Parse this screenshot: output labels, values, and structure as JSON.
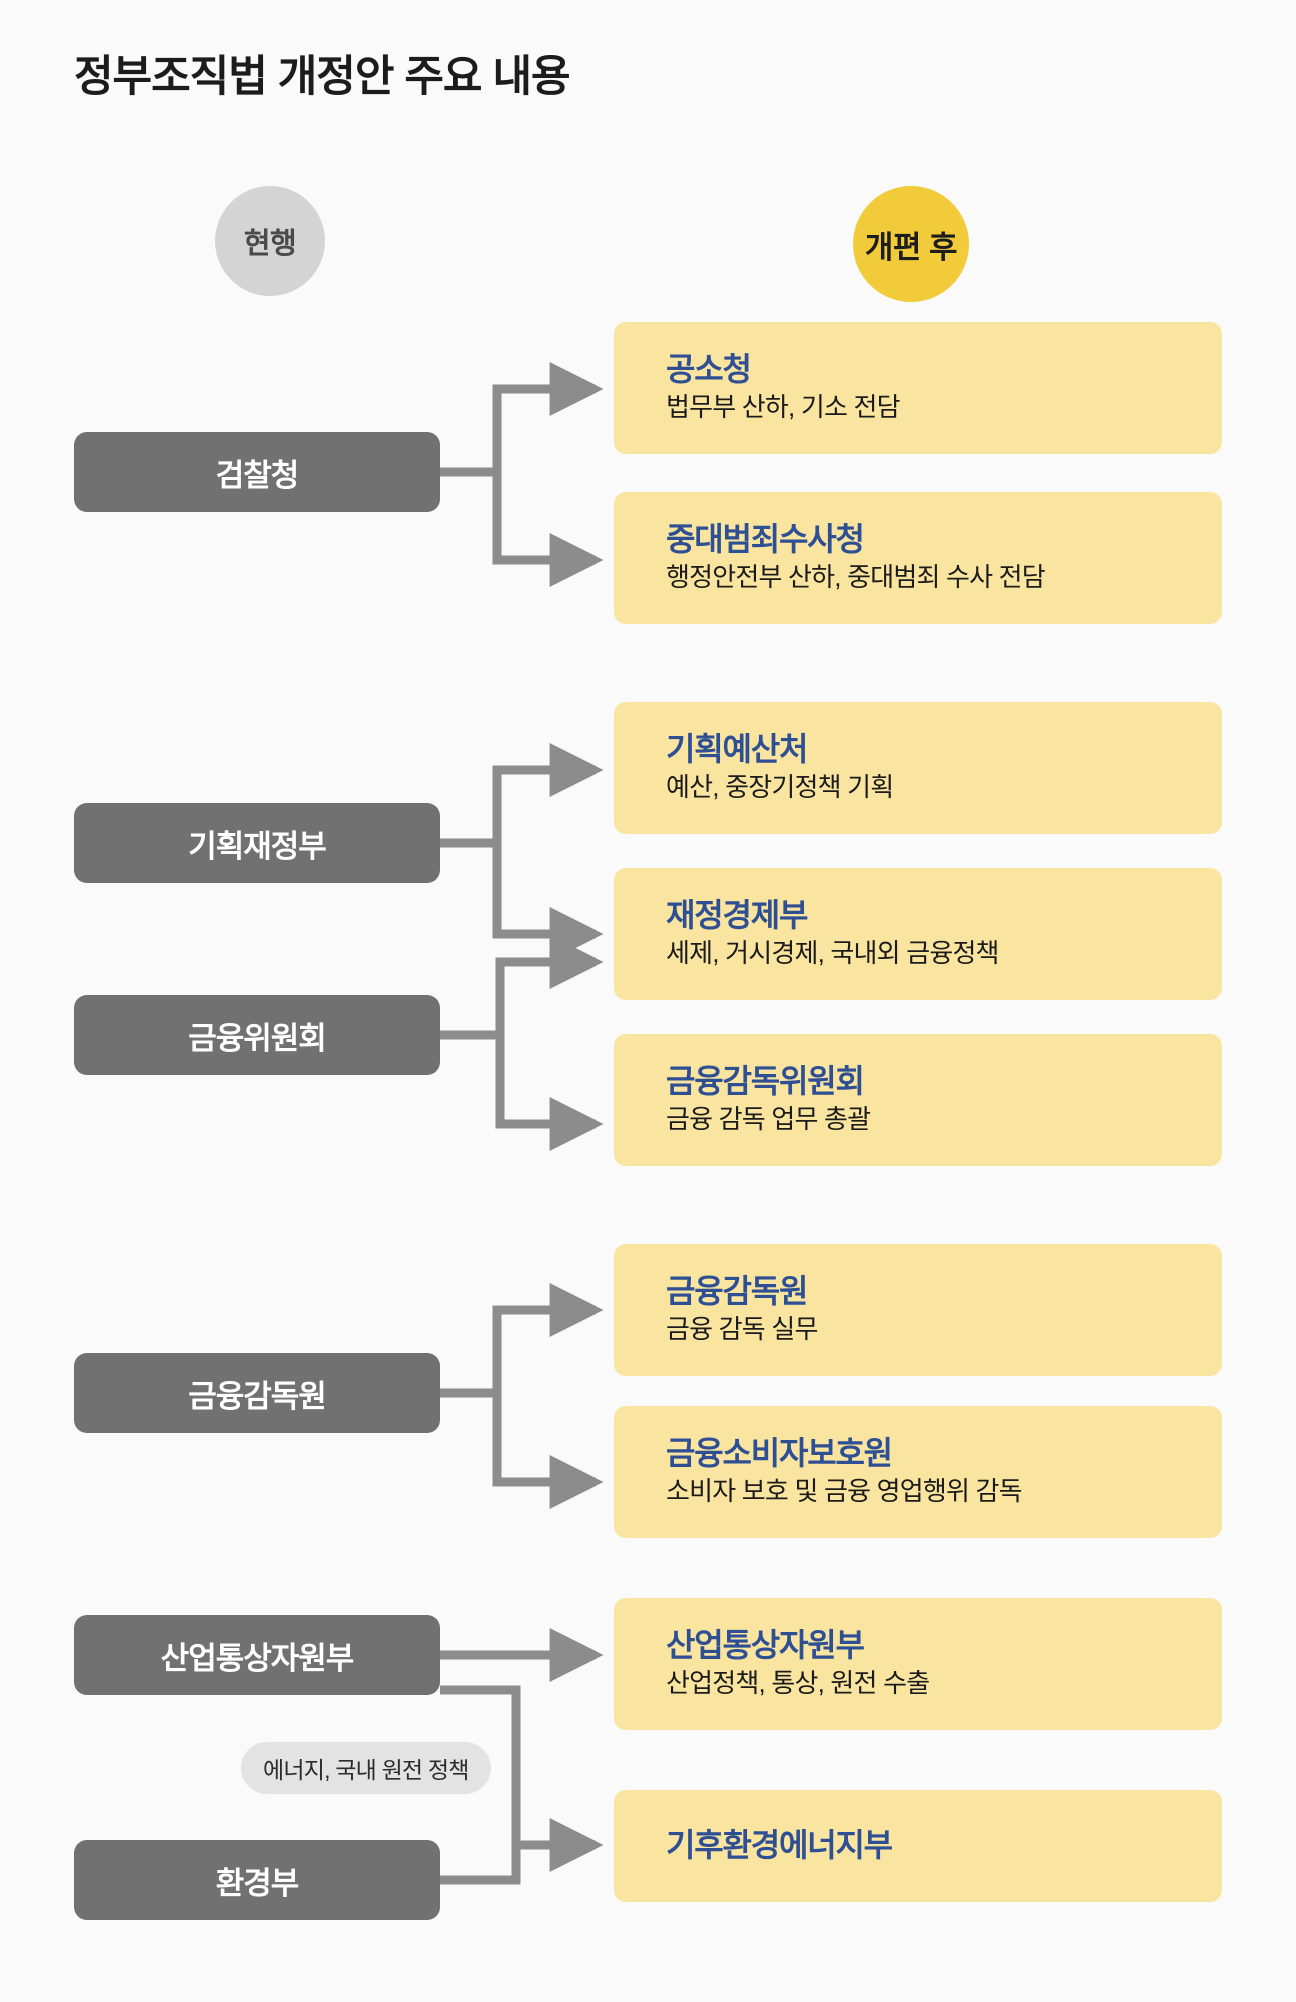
{
  "page": {
    "title": "정부조직법 개정안 주요 내용",
    "background_color": "#fafafa"
  },
  "columns": {
    "current": {
      "label": "현행",
      "color": "#d4d4d4",
      "text_color": "#4a4a4a"
    },
    "after": {
      "label": "개편 후",
      "color": "#f2cb3a",
      "text_color": "#1d1d1d"
    }
  },
  "palette": {
    "gray_box": "#717171",
    "gray_box_text": "#ffffff",
    "yellow_box": "#fae5a0",
    "yellow_title": "#2e4f93",
    "yellow_desc": "#1b1b1b",
    "connector": "#8c8c8c",
    "pill_bg": "#e3e3e3"
  },
  "groups": [
    {
      "id": "prosecution",
      "current": [
        {
          "label": "검찰청"
        }
      ],
      "after": [
        {
          "title": "공소청",
          "desc": "법무부 산하, 기소 전담"
        },
        {
          "title": "중대범죄수사청",
          "desc": "행정안전부 산하, 중대범죄 수사 전담"
        }
      ]
    },
    {
      "id": "finance",
      "current": [
        {
          "label": "기획재정부"
        },
        {
          "label": "금융위원회"
        }
      ],
      "after": [
        {
          "title": "기획예산처",
          "desc": "예산, 중장기정책 기획"
        },
        {
          "title": "재정경제부",
          "desc": "세제, 거시경제, 국내외 금융정책"
        },
        {
          "title": "금융감독위원회",
          "desc": "금융 감독 업무 총괄"
        }
      ]
    },
    {
      "id": "fss",
      "current": [
        {
          "label": "금융감독원"
        }
      ],
      "after": [
        {
          "title": "금융감독원",
          "desc": "금융 감독 실무"
        },
        {
          "title": "금융소비자보호원",
          "desc": "소비자 보호 및 금융 영업행위 감독"
        }
      ]
    },
    {
      "id": "industry",
      "current": [
        {
          "label": "산업통상자원부"
        },
        {
          "label": "환경부"
        }
      ],
      "after": [
        {
          "title": "산업통상자원부",
          "desc": "산업정책, 통상,  원전 수출"
        },
        {
          "title": "기후환경에너지부",
          "desc": ""
        }
      ],
      "annotation": "에너지, 국내 원전 정책"
    }
  ]
}
